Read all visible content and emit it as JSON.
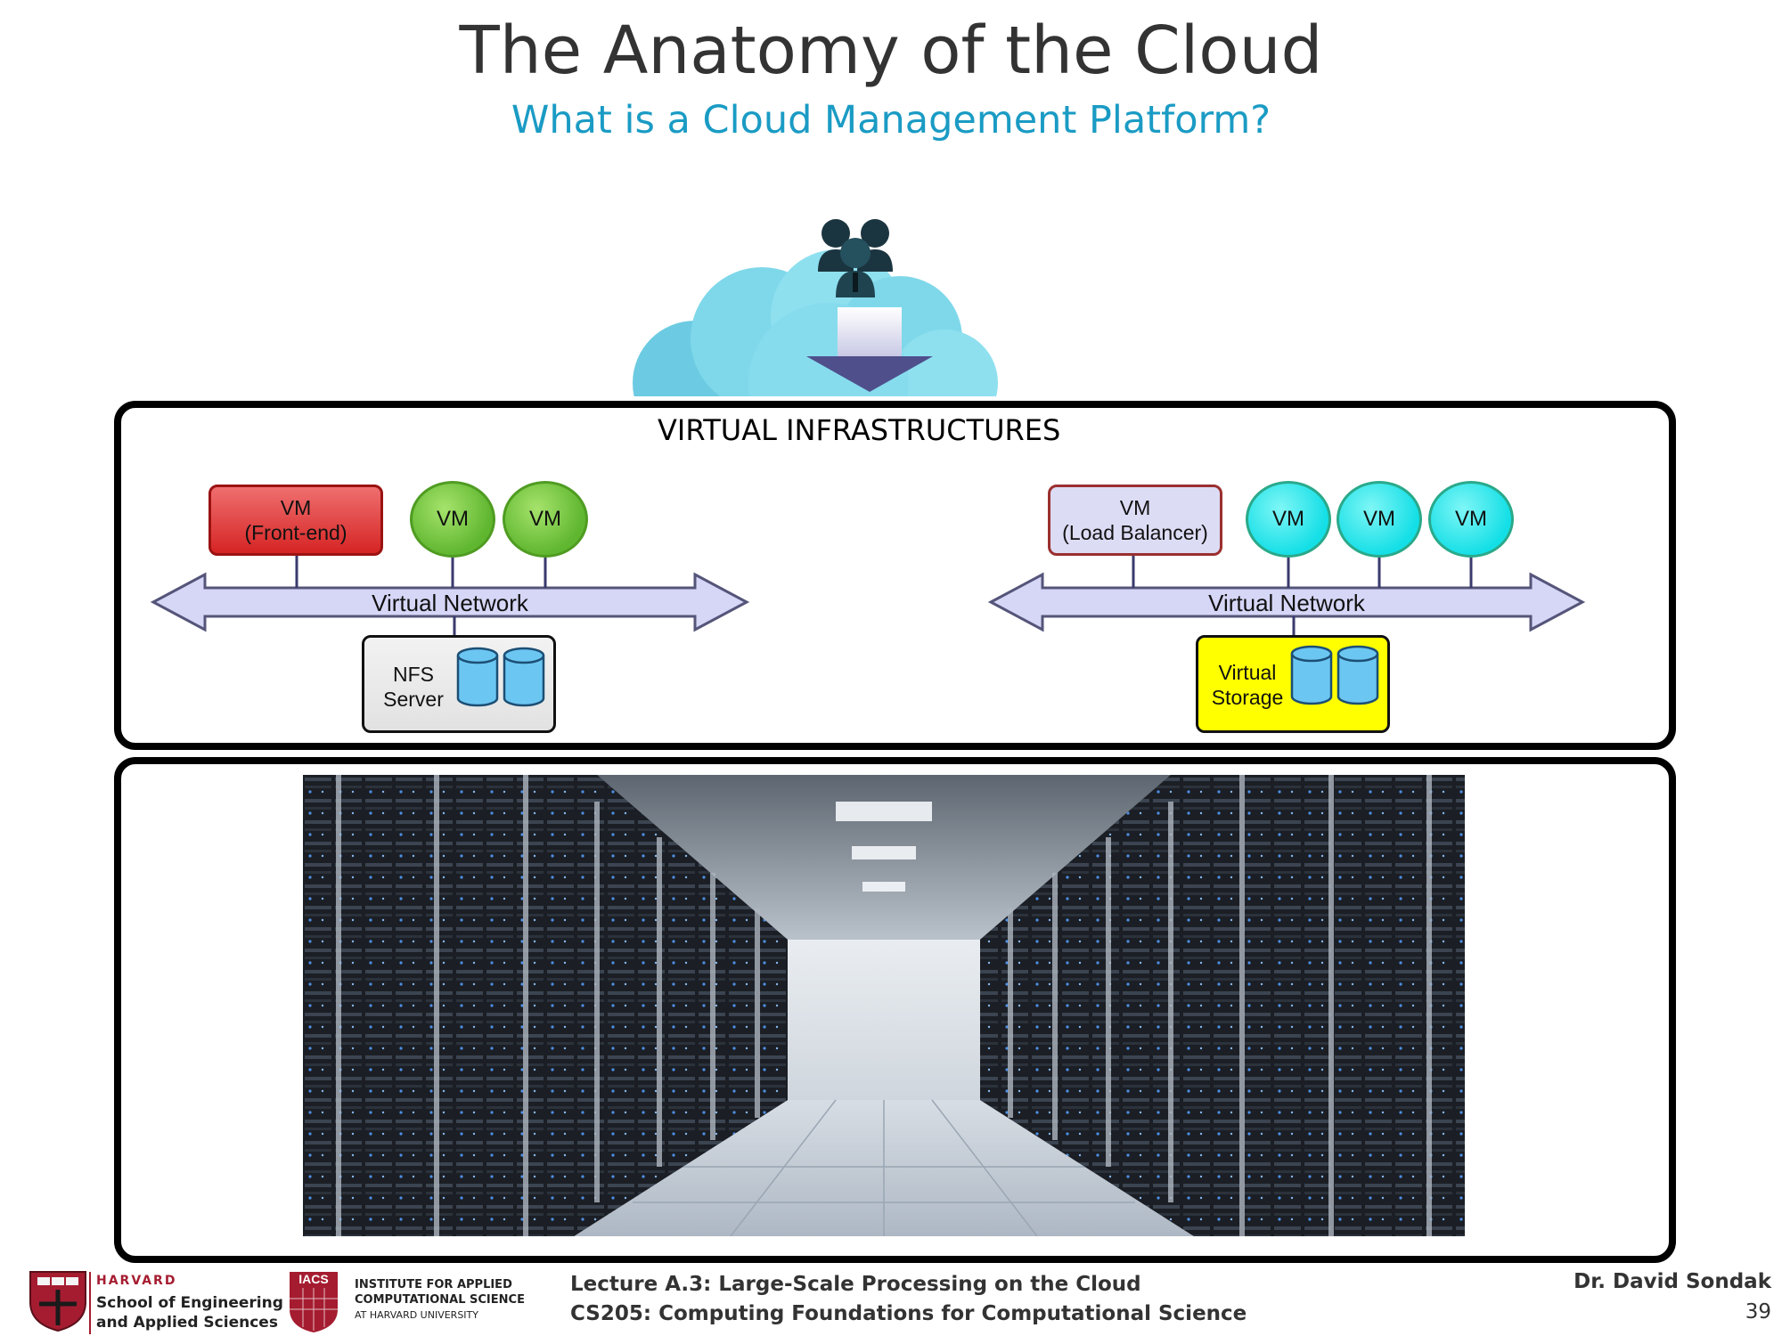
{
  "header": {
    "title": "The Anatomy of the Cloud",
    "subtitle": "What is a Cloud Management Platform?"
  },
  "diagram": {
    "panel_label": "VIRTUAL INFRASTRUCTURES",
    "left": {
      "vm_frontend": [
        "VM",
        "(Front-end)"
      ],
      "vms": [
        "VM",
        "VM"
      ],
      "network_label": "Virtual Network",
      "storage": [
        "NFS",
        "Server"
      ]
    },
    "right": {
      "vm_lb": [
        "VM",
        "(Load Balancer)"
      ],
      "vms": [
        "VM",
        "VM",
        "VM"
      ],
      "network_label": "Virtual Network",
      "storage": [
        "Virtual",
        "Storage"
      ]
    }
  },
  "footer": {
    "harvard": "HARVARD",
    "seas_line1": "School of Engineering",
    "seas_line2": "and Applied Sciences",
    "iacs_badge": "IACS",
    "iacs_line1": "INSTITUTE FOR APPLIED",
    "iacs_line2": "COMPUTATIONAL SCIENCE",
    "iacs_line3": "AT HARVARD UNIVERSITY",
    "lecture": "Lecture A.3: Large-Scale Processing on the Cloud",
    "course": "CS205: Computing Foundations for Computational Science",
    "author": "Dr. David Sondak",
    "page": "39"
  },
  "colors": {
    "subtitle": "#1a9bc4",
    "cloud": "#7fd8ea",
    "network": "#d6d6f7",
    "vm_frontend": "#d62424",
    "vm_green": "#5fb62f",
    "vm_cyan": "#14dfe6",
    "virtual_storage": "#ffff00",
    "harvard_red": "#a51c30"
  }
}
